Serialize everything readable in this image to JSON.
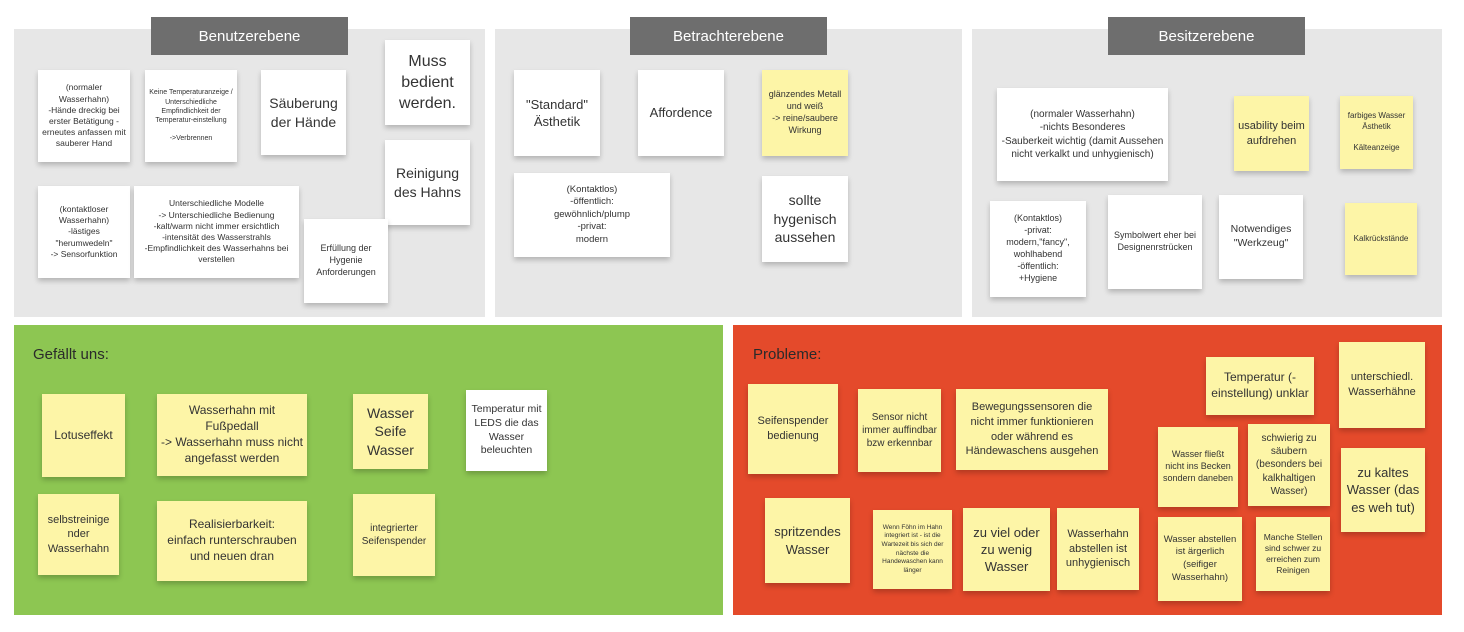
{
  "colors": {
    "gray_panel": "#e7e7e7",
    "header_bg": "#6e6e6e",
    "green_panel": "#8dc652",
    "red_panel": "#e44a2b",
    "white_note": "#ffffff",
    "yellow_note": "#fdf5a7"
  },
  "sections": {
    "benutzer": {
      "header": "Benutzerebene",
      "notes": [
        "(normaler Wasserhahn)\n-Hände dreckig bei erster Betätigung - erneutes anfassen mit sauberer Hand",
        "Keine Temperaturanzeige / Unterschiedliche Empfindlichkeit der Temperatur-einstellung\n\n->Verbrennen",
        "Säuberung der Hände",
        "Muss bedient werden.",
        "Reinigung des Hahns",
        "(kontaktloser Wasserhahn)\n-lästiges \"herumwedeln\"\n-> Sensorfunktion",
        "Unterschiedliche Modelle\n-> Unterschiedliche Bedienung\n-kalt/warm nicht immer ersichtlich\n-intensität des Wasserstrahls\n-Empfindlichkeit des Wasserhahns bei verstellen",
        "Erfüllung der Hygenie Anforderungen"
      ]
    },
    "betrachter": {
      "header": "Betrachterebene",
      "notes": [
        "\"Standard\" Ästhetik",
        "Affordence",
        "glänzendes Metall und weiß\n-> reine/saubere Wirkung",
        "(Kontaktlos)\n-öffentlich:\ngewöhnlich/plump\n-privat:\nmodern",
        "sollte hygenisch aussehen"
      ]
    },
    "besitzer": {
      "header": "Besitzerebene",
      "notes": [
        "(normaler Wasserhahn)\n-nichts Besonderes\n-Sauberkeit wichtig (damit Aussehen nicht verkalkt und unhygienisch)",
        "usability beim aufdrehen",
        "farbiges Wasser Ästhetik\n\nKälteanzeige",
        "(Kontaktlos)\n-privat:\nmodern,\"fancy\", wohlhabend\n-öffentlich:\n+Hygiene",
        "Symbolwert eher bei Designenrstrücken",
        "Notwendiges \"Werkzeug\"",
        "Kalkrückstände"
      ]
    },
    "gefaellt": {
      "title": "Gefällt uns:",
      "notes": [
        "Lotuseffekt",
        "Wasserhahn mit Fußpedall\n-> Wasserhahn muss nicht angefasst werden",
        "Wasser Seife Wasser",
        "Temperatur mit LEDS die das Wasser beleuchten",
        "selbstreinige nder Wasserhahn",
        "Realisierbarkeit:\neinfach runterschrauben und neuen dran",
        "integrierter Seifenspender"
      ]
    },
    "probleme": {
      "title": "Probleme:",
      "notes": [
        "Seifenspender bedienung",
        "Sensor nicht immer auffindbar bzw erkennbar",
        "Bewegungssensoren die nicht immer funktionieren oder während es Händewaschens ausgehen",
        "Temperatur (-einstellung) unklar",
        "unterschiedl. Wasserhähne",
        "Wasser fließt nicht ins Becken sondern daneben",
        "schwierig zu säubern (besonders bei kalkhaltigen Wasser)",
        "zu kaltes Wasser (das es weh tut)",
        "spritzendes Wasser",
        "Wenn Föhn im Hahn integriert ist - ist die Wartezeit bis sich der nächste die Handewaschen kann länger",
        "zu viel oder zu wenig Wasser",
        "Wasserhahn abstellen ist unhygienisch",
        "Wasser abstellen ist ärgerlich (seifiger Wasserhahn)",
        "Manche Stellen sind schwer zu erreichen zum Reinigen"
      ]
    }
  }
}
